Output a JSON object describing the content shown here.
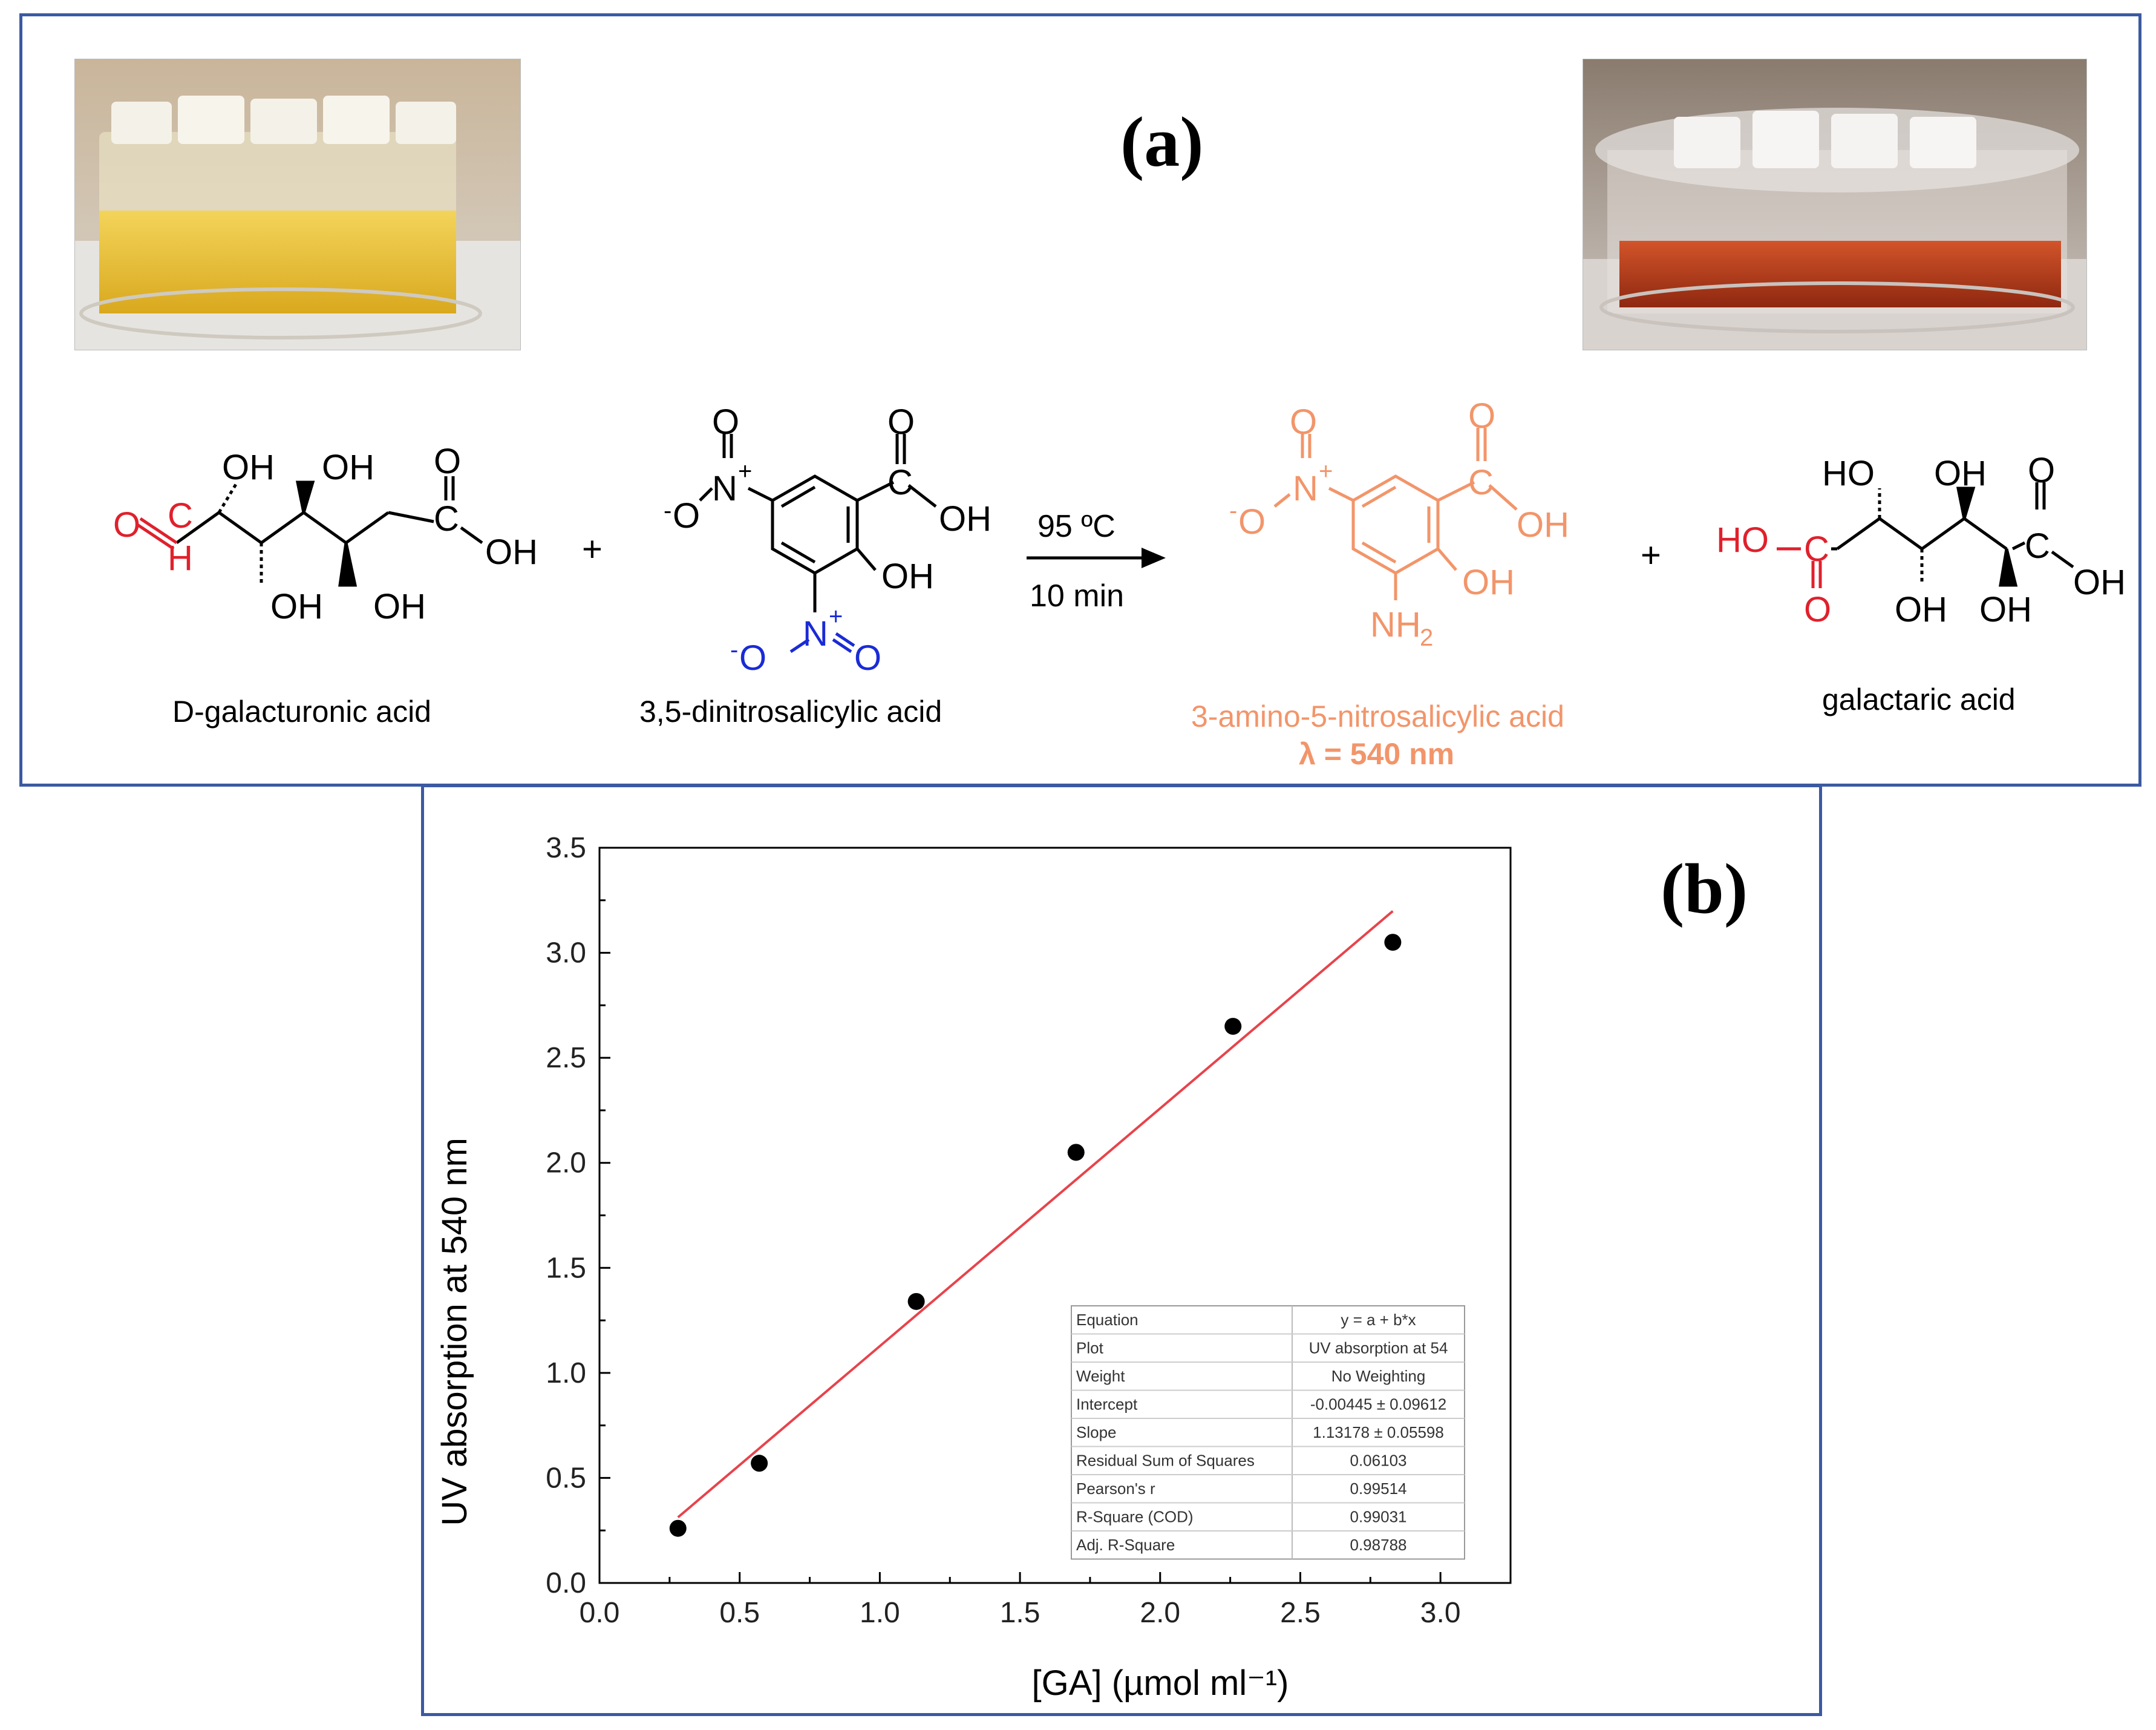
{
  "panel_a": {
    "label": "(a)",
    "conditions": {
      "temperature": "95 ºC",
      "time": "10 min"
    },
    "plus_sign": "+",
    "compounds": [
      {
        "name": "D-galacturonic acid",
        "color": "#000000"
      },
      {
        "name": "3,5-dinitrosalicylic acid",
        "color": "#000000"
      },
      {
        "name": "3-amino-5-nitrosalicylic acid",
        "note": "λ = 540 nm",
        "color": "#f2956a"
      },
      {
        "name": "galactaric acid",
        "color": "#000000"
      }
    ],
    "atom_labels": {
      "OH": "OH",
      "HO": "HO",
      "O": "O",
      "C": "C",
      "H": "H",
      "N": "N",
      "NH2": "NH",
      "sub2": "2",
      "plus": "+",
      "minus": "-"
    },
    "colors": {
      "aldehyde_red": "#e0202c",
      "nitro_blue": "#1a2bd6",
      "product_orange": "#f2956a",
      "frame_blue": "#3b5aa2"
    }
  },
  "panel_b": {
    "label": "(b)",
    "chart_data": {
      "type": "scatter",
      "xlabel": "[GA] (µmol ml⁻¹)",
      "ylabel": "UV absorption at 540 nm",
      "xlim": [
        0.0,
        3.25
      ],
      "ylim": [
        0.0,
        3.5
      ],
      "xticks": [
        "0.0",
        "0.5",
        "1.0",
        "1.5",
        "2.0",
        "2.5",
        "3.0"
      ],
      "yticks": [
        "0.0",
        "0.5",
        "1.0",
        "1.5",
        "2.0",
        "2.5",
        "3.0",
        "3.5"
      ],
      "series": [
        {
          "points": [
            [
              0.28,
              0.26
            ],
            [
              0.57,
              0.57
            ],
            [
              1.13,
              1.34
            ],
            [
              1.7,
              2.05
            ],
            [
              2.26,
              2.65
            ],
            [
              2.83,
              3.05
            ]
          ],
          "color": "#000000"
        }
      ],
      "fit_line": {
        "intercept": -0.00445,
        "slope": 1.13178,
        "x_range": [
          0.28,
          2.83
        ],
        "color": "#e8434b"
      },
      "fit_table": [
        [
          "Equation",
          "y = a + b*x"
        ],
        [
          "Plot",
          "UV absorption at 54"
        ],
        [
          "Weight",
          "No Weighting"
        ],
        [
          "Intercept",
          "-0.00445 ± 0.09612"
        ],
        [
          "Slope",
          "1.13178 ± 0.05598"
        ],
        [
          "Residual Sum of Squares",
          "0.06103"
        ],
        [
          "Pearson's r",
          "0.99514"
        ],
        [
          "R-Square (COD)",
          "0.99031"
        ],
        [
          "Adj. R-Square",
          "0.98788"
        ]
      ]
    }
  }
}
